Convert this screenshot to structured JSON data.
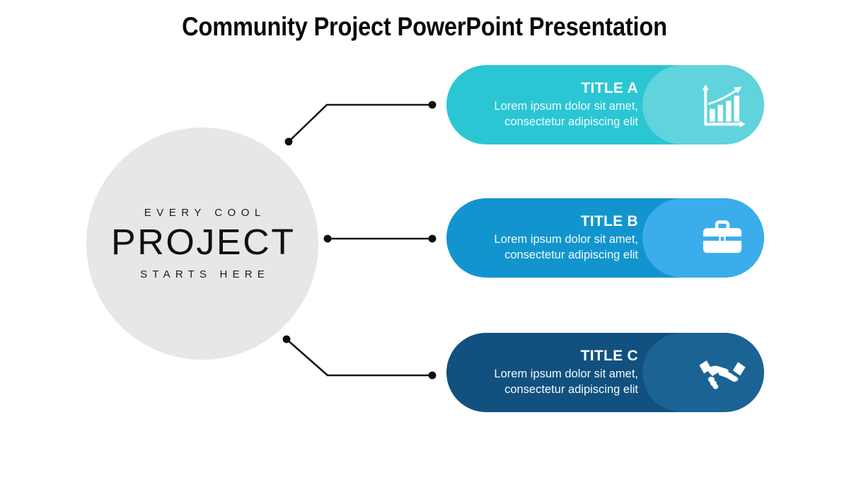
{
  "slide": {
    "title": "Community Project PowerPoint Presentation",
    "background_color": "#ffffff"
  },
  "center": {
    "eyebrow": "EVERY COOL",
    "main": "PROJECT",
    "sub": "STARTS HERE",
    "circle_color": "#e7e7e7",
    "text_color": "#111111"
  },
  "connectors": {
    "line_color": "#161616",
    "dot_color": "#0d0d0d"
  },
  "cards": [
    {
      "title": "TITLE A",
      "description": "Lorem ipsum dolor sit amet, consectetur adipiscing elit",
      "icon": "growth-chart-icon",
      "base_color": "#2ac6d4",
      "overlay_color": "#60d3dc",
      "text_color": "#ffffff"
    },
    {
      "title": "TITLE B",
      "description": "Lorem ipsum dolor sit amet, consectetur adipiscing elit",
      "icon": "briefcase-icon",
      "base_color": "#1295ce",
      "overlay_color": "#3badea",
      "text_color": "#ffffff"
    },
    {
      "title": "TITLE C",
      "description": "Lorem ipsum dolor sit amet, consectetur adipiscing elit",
      "icon": "handshake-icon",
      "base_color": "#11507f",
      "overlay_color": "#1b6395",
      "text_color": "#ffffff"
    }
  ]
}
